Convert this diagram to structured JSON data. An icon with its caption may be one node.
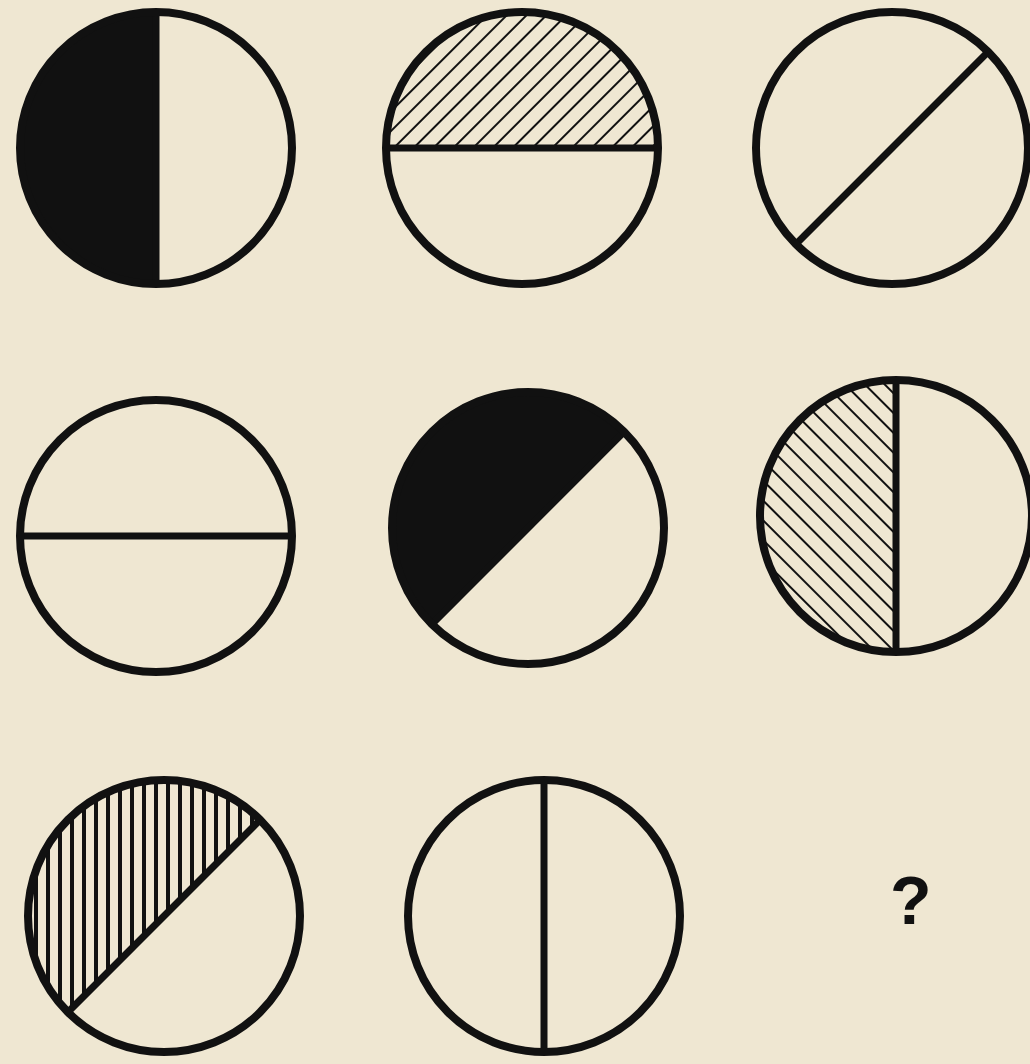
{
  "diagram": {
    "nodes": [
      {
        "text": [],
        "shape": "circle"
      },
      {
        "text": [],
        "shape": "circle"
      },
      {
        "text": [],
        "shape": "circle"
      },
      {
        "text": [],
        "shape": "circle"
      },
      {
        "text": [],
        "shape": "circle"
      },
      {
        "text": [],
        "shape": "circle"
      },
      {
        "text": [],
        "shape": "circle"
      },
      {
        "text": [],
        "shape": "circle"
      }
    ],
    "labels": [
      "?"
    ]
  }
}
